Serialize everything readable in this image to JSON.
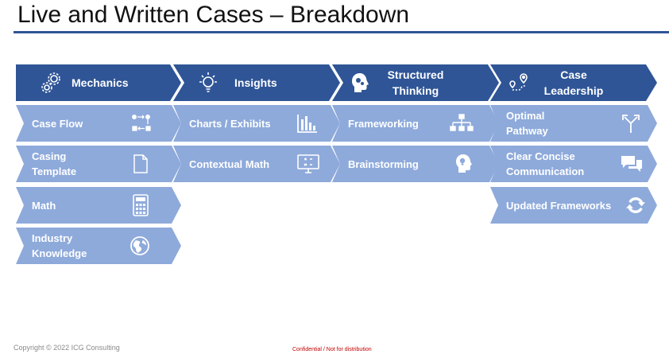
{
  "title": "Live and Written Cases – Breakdown",
  "colors": {
    "header": "#2f5597",
    "item": "#8eaadb",
    "rule": "#2f5597",
    "confidential": "#c00000"
  },
  "columns": [
    {
      "heading": "Mechanics",
      "heading_icon": "gears-icon",
      "items": [
        {
          "label": "Case Flow",
          "icon": "flow-steps-icon"
        },
        {
          "label": "Casing\nTemplate",
          "icon": "document-icon"
        },
        {
          "label": "Math",
          "icon": "calculator-icon"
        },
        {
          "label": "Industry\nKnowledge",
          "icon": "globe-icon"
        }
      ]
    },
    {
      "heading": "Insights",
      "heading_icon": "lightbulb-icon",
      "items": [
        {
          "label": "Charts / Exhibits",
          "icon": "bar-chart-icon"
        },
        {
          "label": "Contextual Math",
          "icon": "monitor-math-icon"
        }
      ]
    },
    {
      "heading": "Structured\nThinking",
      "heading_icon": "head-gears-icon",
      "items": [
        {
          "label": "Frameworking",
          "icon": "org-chart-icon"
        },
        {
          "label": "Brainstorming",
          "icon": "head-bulb-icon"
        }
      ]
    },
    {
      "heading": "Case\nLeadership",
      "heading_icon": "route-icon",
      "items": [
        {
          "label": "Optimal\nPathway",
          "icon": "split-arrow-icon"
        },
        {
          "label": "Clear Concise\nCommunication",
          "icon": "chat-bubbles-icon"
        },
        {
          "label": "Updated Frameworks",
          "icon": "refresh-icon"
        }
      ]
    }
  ],
  "footer": {
    "copyright": "Copyright © 2022 ICG Consulting",
    "confidential": "Confidential / Not for distribution"
  }
}
